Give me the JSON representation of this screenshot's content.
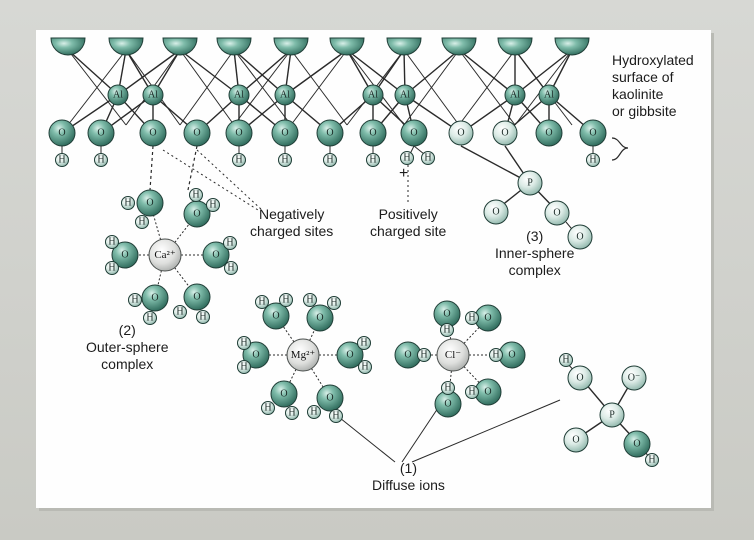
{
  "colors": {
    "teal": "#5fa291",
    "teal_dark": "#2f6b5c",
    "ion_gray": "#d9dcdb",
    "phosphorus_fill": "#dfe4e2",
    "bond": "#2a2a2a"
  },
  "atoms": {
    "aluminum": "Al",
    "oxygen": "O",
    "hydrogen": "H",
    "phosphorus": "P",
    "o_minus": "O⁻"
  },
  "ions": {
    "calcium": "Ca²⁺",
    "magnesium": "Mg²⁺",
    "chloride": "Cl⁻"
  },
  "labels": {
    "surface": [
      "Hydroxylated",
      "surface of",
      "kaolinite",
      "or gibbsite"
    ],
    "negative_sites": [
      "Negatively",
      "charged sites"
    ],
    "positive_site": [
      "Positively",
      "charged site"
    ],
    "plus_sign": "+",
    "inner_sphere": [
      "(3)",
      "Inner-sphere",
      "complex"
    ],
    "outer_sphere": [
      "(2)",
      "Outer-sphere",
      "complex"
    ],
    "diffuse": [
      "(1)",
      "Diffuse ions"
    ]
  }
}
